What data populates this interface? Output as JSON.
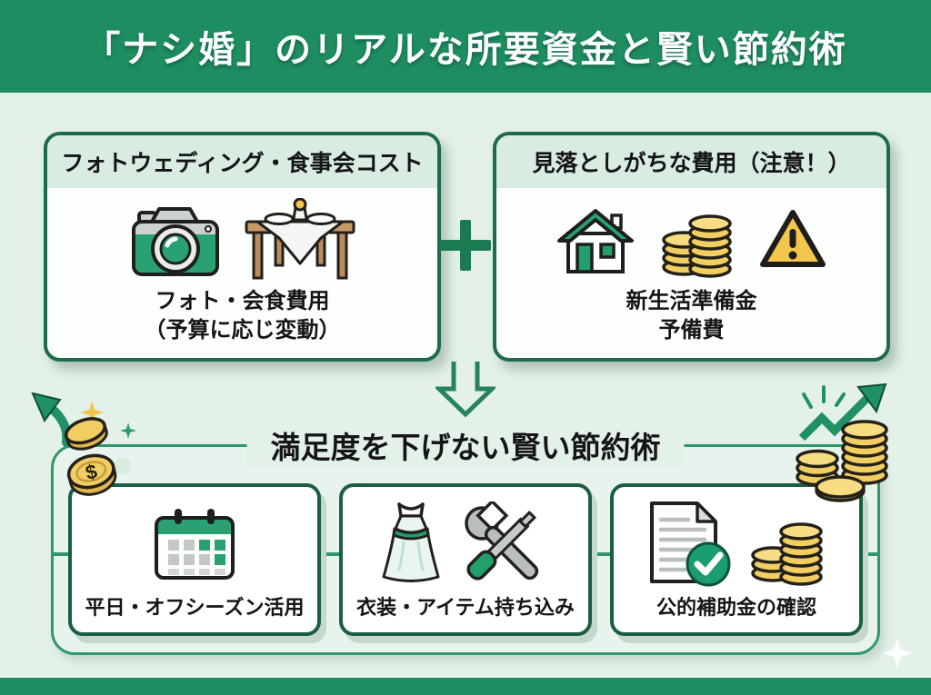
{
  "header": {
    "title": "「ナシ婚」のリアルな所要資金と賢い節約術"
  },
  "cost_section": {
    "photo_box": {
      "title": "フォトウェディング・食事会コスト",
      "line1": "フォト・会食費用",
      "line2": "（予算に応じ変動）"
    },
    "hidden_box": {
      "title": "見落としがちな費用（注意！）",
      "line1": "新生活準備金",
      "line2": "予備費"
    }
  },
  "savings_section": {
    "title": "満足度を下げない賢い節約術",
    "items": [
      {
        "label": "平日・オフシーズン活用"
      },
      {
        "label": "衣装・アイテム持ち込み"
      },
      {
        "label": "公的補助金の確認"
      }
    ]
  },
  "decor": {
    "coin_symbol": "$"
  },
  "icons": {
    "camera": "camera-icon",
    "dinner_table": "dinner-table-icon",
    "plus": "plus-icon",
    "house": "house-icon",
    "coins": "coin-stack-icon",
    "warning": "warning-triangle-icon",
    "down_arrow": "down-arrow-icon",
    "calendar": "calendar-icon",
    "dress": "dress-icon",
    "tools": "wrench-screwdriver-icon",
    "document_check": "document-check-icon",
    "growth_arrow": "growth-arrow-icon",
    "rising_coin_arrow": "rising-coin-arrow-icon",
    "sparkle": "sparkle-icon"
  },
  "colors": {
    "header_green": "#1e8e62",
    "background_mint": "#e3f1e9",
    "box_border_dark_green": "#1d6b4c",
    "frame_green": "#2f9768",
    "accent_green": "#2aa173",
    "coin_gold": "#f2cd62",
    "warning_yellow": "#f3c74c"
  }
}
